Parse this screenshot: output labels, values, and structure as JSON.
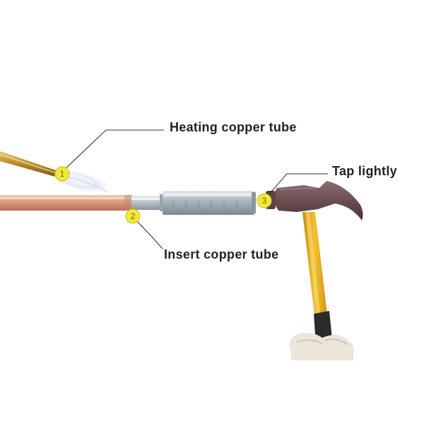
{
  "steps": [
    {
      "number": "1",
      "label": "Heating copper tube"
    },
    {
      "number": "2",
      "label": "Insert copper tube"
    },
    {
      "number": "3",
      "label": "Tap lightly"
    }
  ],
  "colors": {
    "marker_fill": "#f3e93c",
    "copper": "#d99a7c",
    "steel": "#a9b2ba",
    "brass": "#b58a2a",
    "hammer_head": "#6b4e52",
    "handle_yellow": "#e8b21a",
    "handle_grip": "#2a2a2a",
    "flame": "#cfd8ee",
    "leader_line": "#333333"
  },
  "icons": [
    "flame-icon",
    "hammer-icon",
    "glove-icon"
  ]
}
